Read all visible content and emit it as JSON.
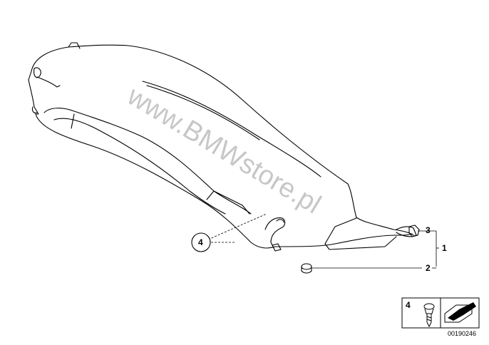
{
  "watermark": "www.BMWstore.pl",
  "callouts": {
    "c1": "1",
    "c2": "2",
    "c3": "3",
    "c4": "4"
  },
  "legend": {
    "item_number": "4",
    "code": "00190246"
  }
}
